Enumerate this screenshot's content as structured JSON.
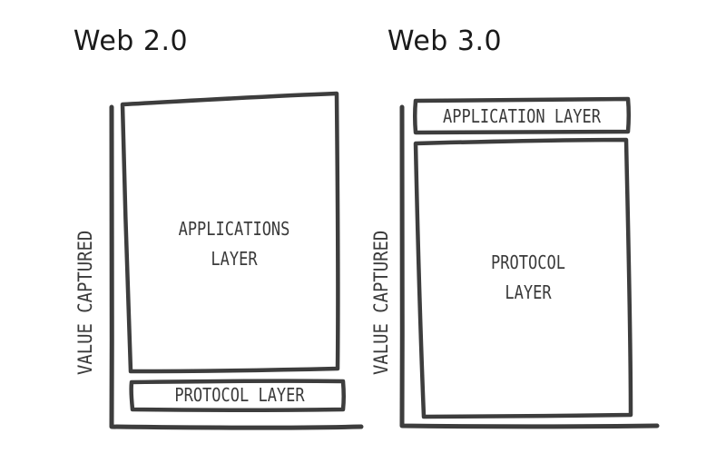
{
  "diagrams": [
    {
      "title": "Web 2.0",
      "y_axis_label": "VALUE CAPTURED",
      "layers": [
        {
          "label_lines": [
            "APPLICATIONS",
            "LAYER"
          ],
          "relative_value": "large"
        },
        {
          "label_lines": [
            "PROTOCOL LAYER"
          ],
          "relative_value": "small"
        }
      ]
    },
    {
      "title": "Web 3.0",
      "y_axis_label": "VALUE CAPTURED",
      "layers": [
        {
          "label_lines": [
            "APPLICATION LAYER"
          ],
          "relative_value": "small"
        },
        {
          "label_lines": [
            "PROTOCOL",
            "LAYER"
          ],
          "relative_value": "large"
        }
      ]
    }
  ],
  "colors": {
    "stroke": "#3d3d3d",
    "text": "#3a3a3a",
    "title": "#1a1a1a",
    "background": "#ffffff"
  }
}
